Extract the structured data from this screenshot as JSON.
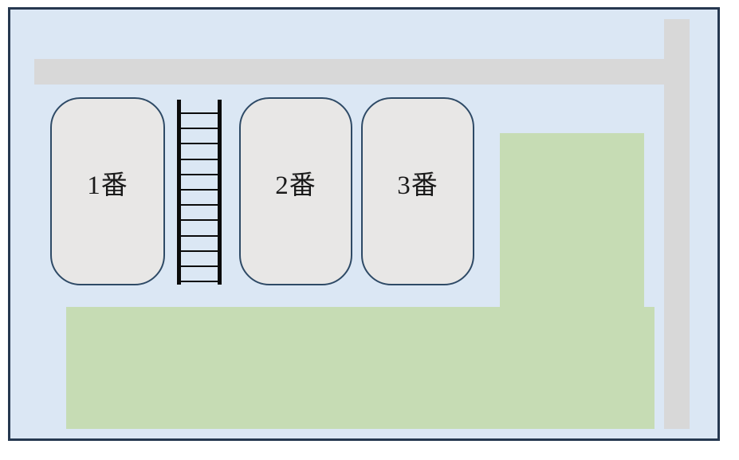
{
  "diagram": {
    "title": "parking-site-map",
    "spots": [
      {
        "label": "1番"
      },
      {
        "label": "2番"
      },
      {
        "label": "3番"
      }
    ],
    "ladder": {
      "rung_count": 12
    },
    "colors": {
      "map_background": "#dbe7f4",
      "road": "#d8d8d8",
      "grass": "#c6dcb4",
      "spot_fill": "#e8e7e6",
      "spot_border": "#2e4a66",
      "outer_border": "#263850",
      "ladder": "#0b0b0b",
      "label_text": "#1a1a1a"
    }
  }
}
